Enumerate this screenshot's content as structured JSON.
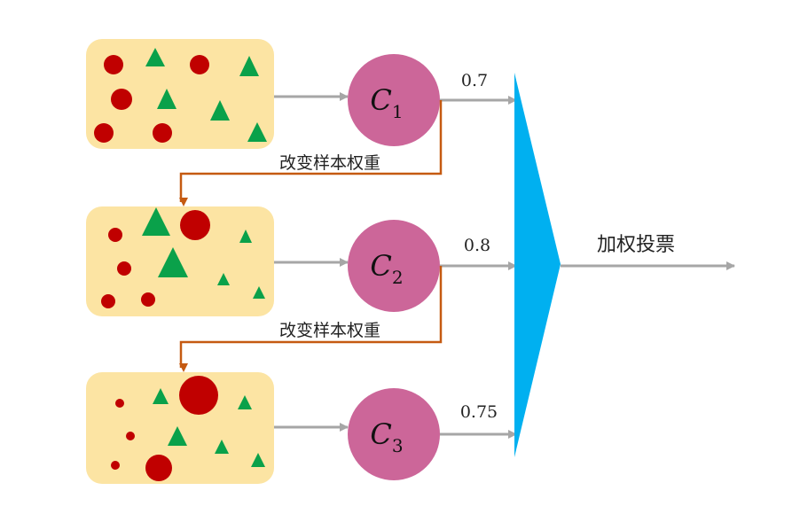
{
  "classifiers": [
    {
      "letter": "C",
      "subscript": "1",
      "weight": "0.7"
    },
    {
      "letter": "C",
      "subscript": "2",
      "weight": "0.8"
    },
    {
      "letter": "C",
      "subscript": "3",
      "weight": "0.75"
    }
  ],
  "reweight_label": "改变样本权重",
  "output_label": "加权投票",
  "colors": {
    "panel": "#fce4a3",
    "circle_sample": "#c00000",
    "triangle_sample": "#0aa14a",
    "classifier": "#cc6699",
    "gray_arrow": "#a6a6a6",
    "orange_arrow": "#c55a11",
    "combiner": "#00b0f0"
  },
  "icons": {
    "sample_circle": "red-circle-icon",
    "sample_triangle": "green-triangle-icon"
  }
}
